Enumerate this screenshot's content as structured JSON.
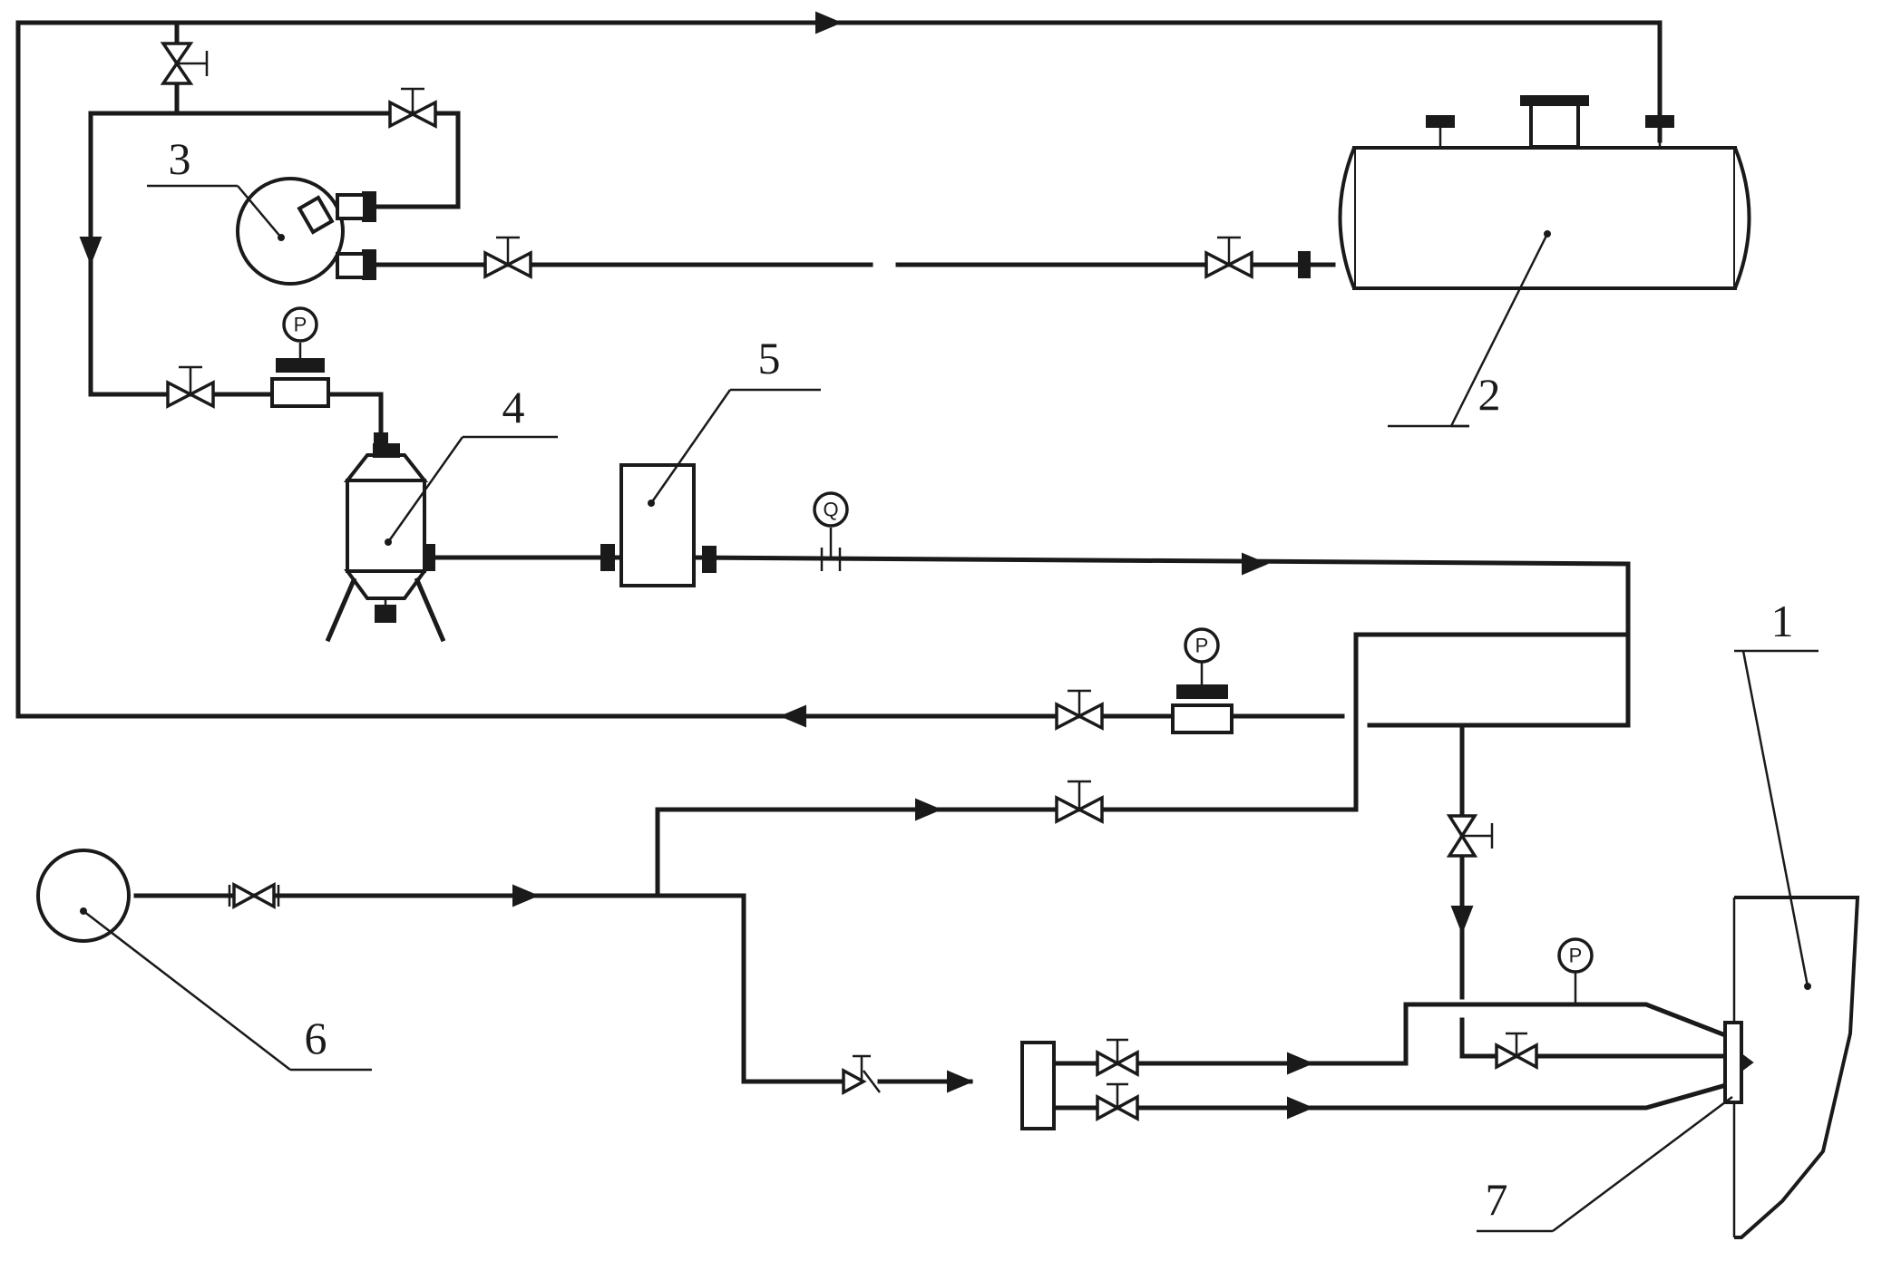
{
  "labels": {
    "tank_2": "2",
    "pump_3": "3",
    "filter_4": "4",
    "unit_5": "5",
    "vessel_6": "6",
    "nozzle_7": "7",
    "furnace_1": "1"
  },
  "gauges": {
    "pressure_filter": "P",
    "pressure_return": "P",
    "pressure_burner": "P",
    "flow_meter": "Q"
  },
  "colors": {
    "line": "#1a1a1a",
    "background": "#ffffff"
  }
}
